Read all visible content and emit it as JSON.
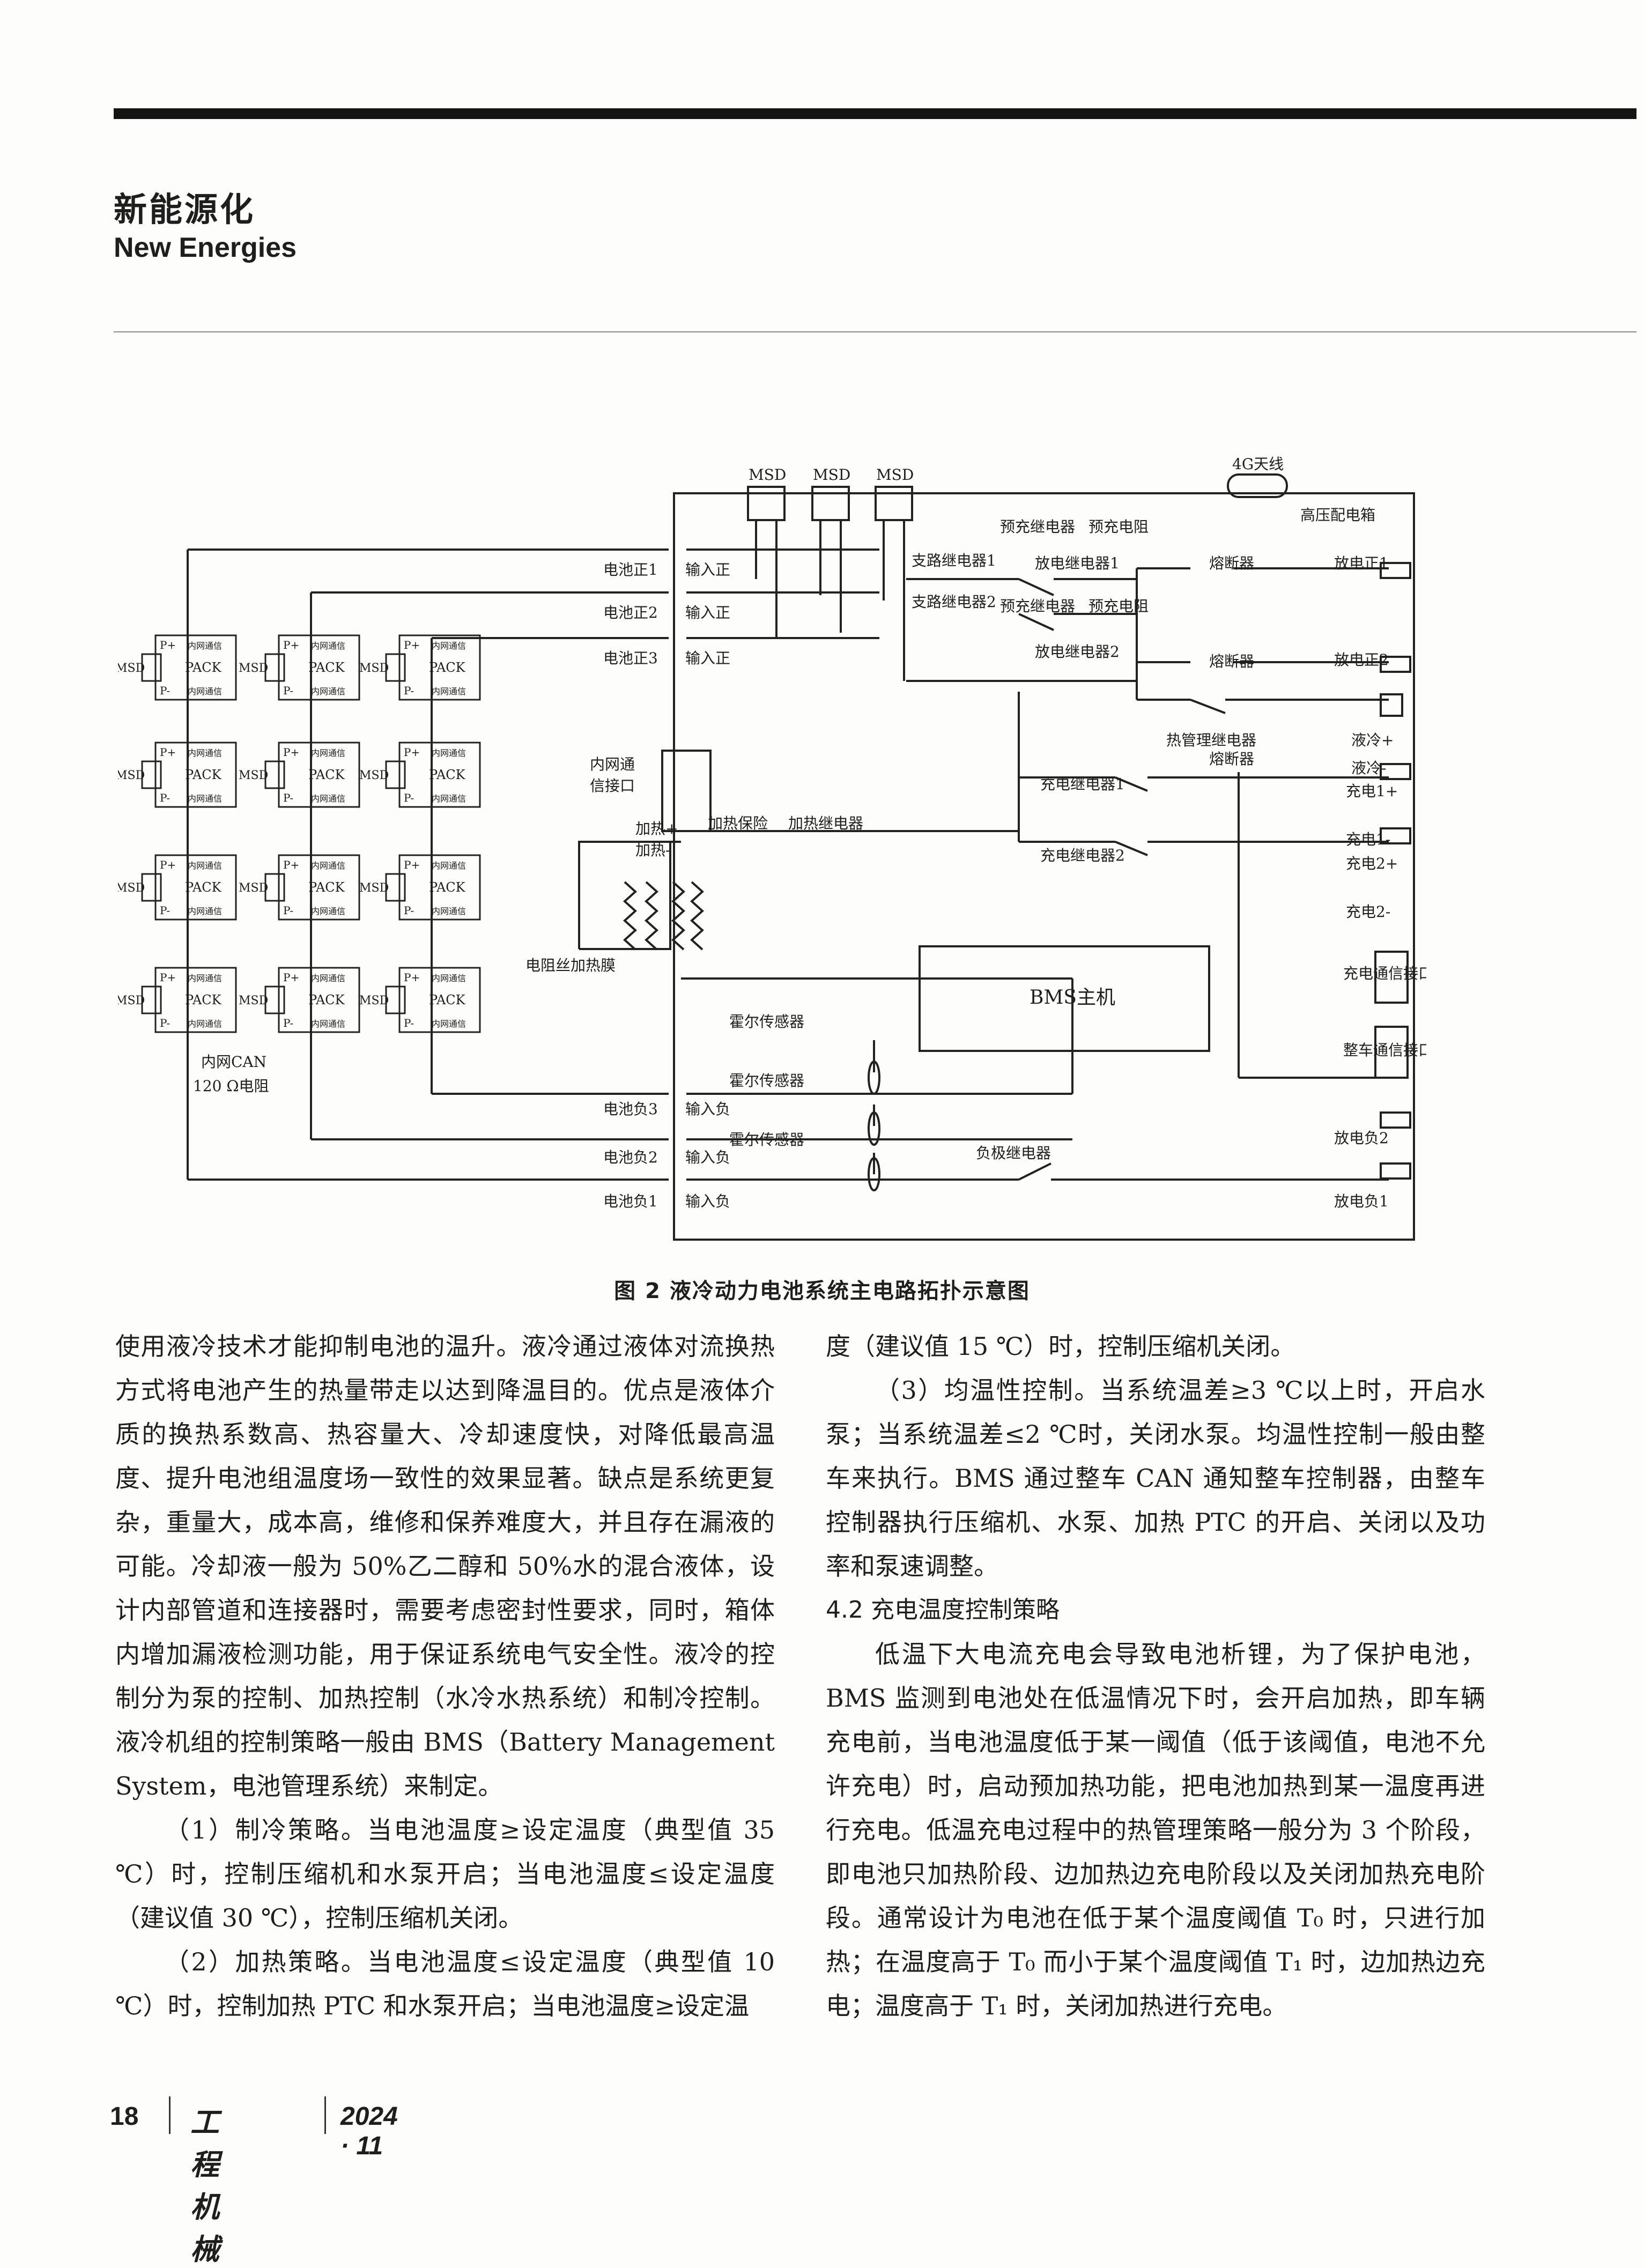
{
  "header": {
    "section_cn": "新能源化",
    "section_en": "New Energies"
  },
  "figure": {
    "caption": "图 2   液冷动力电池系统主电路拓扑示意图",
    "labels": {
      "msd": "MSD",
      "antenna": "4G天线",
      "hv_box": "高压配电箱",
      "pos1": "电池正1",
      "pos2": "电池正2",
      "pos3": "电池正3",
      "in_pos": "输入正",
      "in_neg": "输入负",
      "neg1": "电池负1",
      "neg2": "电池负2",
      "neg3": "电池负3",
      "precharge_relay": "预充继电器",
      "precharge_res": "预充电阻",
      "branch_relay1": "支路继电器1",
      "branch_relay2": "支路继电器2",
      "discharge_relay1": "放电继电器1",
      "discharge_relay2": "放电继电器2",
      "fuse": "熔断器",
      "dis_pos1": "放电正1",
      "dis_pos2": "放电正2",
      "thermal_relay": "热管理继电器",
      "cool_pos": "液冷+",
      "cool_neg": "液冷-",
      "charge_relay1": "充电继电器1",
      "charge_relay2": "充电继电器2",
      "charge1_pos": "充电1+",
      "charge1_neg": "充电1-",
      "charge2_pos": "充电2+",
      "charge2_neg": "充电2-",
      "charge_comm": "充电通信接口",
      "vehicle_comm": "整车通信接口",
      "dis_neg1": "放电负1",
      "dis_neg2": "放电负2",
      "inner_comm_1": "内网通",
      "inner_comm_2": "信接口",
      "heat_pos": "加热+",
      "heat_neg": "加热-",
      "heat_fuse": "加热保险",
      "heat_relay": "加热继电器",
      "film": "电阻丝加热膜",
      "bms": "BMS主机",
      "hall": "霍尔传感器",
      "neg_relay": "负极继电器",
      "can_1": "内网CAN",
      "can_2": "120 Ω电阻",
      "pack": "PACK",
      "pack_p_plus": "P+",
      "pack_p_minus": "P-",
      "pack_inner": "内网通信"
    }
  },
  "body": {
    "left": [
      "使用液冷技术才能抑制电池的温升。液冷通过液体对流换热方式将电池产生的热量带走以达到降温目的。优点是液体介质的换热系数高、热容量大、冷却速度快，对降低最高温度、提升电池组温度场一致性的效果显著。缺点是系统更复杂，重量大，成本高，维修和保养难度大，并且存在漏液的可能。冷却液一般为 50%乙二醇和 50%水的混合液体，设计内部管道和连接器时，需要考虑密封性要求，同时，箱体内增加漏液检测功能，用于保证系统电气安全性。液冷的控制分为泵的控制、加热控制（水冷水热系统）和制冷控制。液冷机组的控制策略一般由 BMS（Battery Management System，电池管理系统）来制定。",
      "（1）制冷策略。当电池温度≥设定温度（典型值 35 ℃）时，控制压缩机和水泵开启；当电池温度≤设定温度（建议值 30 ℃），控制压缩机关闭。",
      "（2）加热策略。当电池温度≤设定温度（典型值 10 ℃）时，控制加热 PTC 和水泵开启；当电池温度≥设定温"
    ],
    "right": {
      "p1": "度（建议值 15 ℃）时，控制压缩机关闭。",
      "p2": "（3）均温性控制。当系统温差≥3 ℃以上时，开启水泵；当系统温差≤2 ℃时，关闭水泵。均温性控制一般由整车来执行。BMS 通过整车 CAN 通知整车控制器，由整车控制器执行压缩机、水泵、加热 PTC 的开启、关闭以及功率和泵速调整。",
      "heading": "4.2   充电温度控制策略",
      "p3": "低温下大电流充电会导致电池析锂，为了保护电池，BMS 监测到电池处在低温情况下时，会开启加热，即车辆充电前，当电池温度低于某一阈值（低于该阈值，电池不允许充电）时，启动预加热功能，把电池加热到某一温度再进行充电。低温充电过程中的热管理策略一般分为 3 个阶段，即电池只加热阶段、边加热边充电阶段以及关闭加热充电阶段。通常设计为电池在低于某个温度阈值 T₀ 时，只进行加热；在温度高于 T₀ 而小于某个温度阈值 T₁ 时，边加热边充电；温度高于 T₁ 时，关闭加热进行充电。"
    }
  },
  "footer": {
    "page": "18",
    "magazine": "工程机械",
    "issue": "2024 · 11"
  }
}
